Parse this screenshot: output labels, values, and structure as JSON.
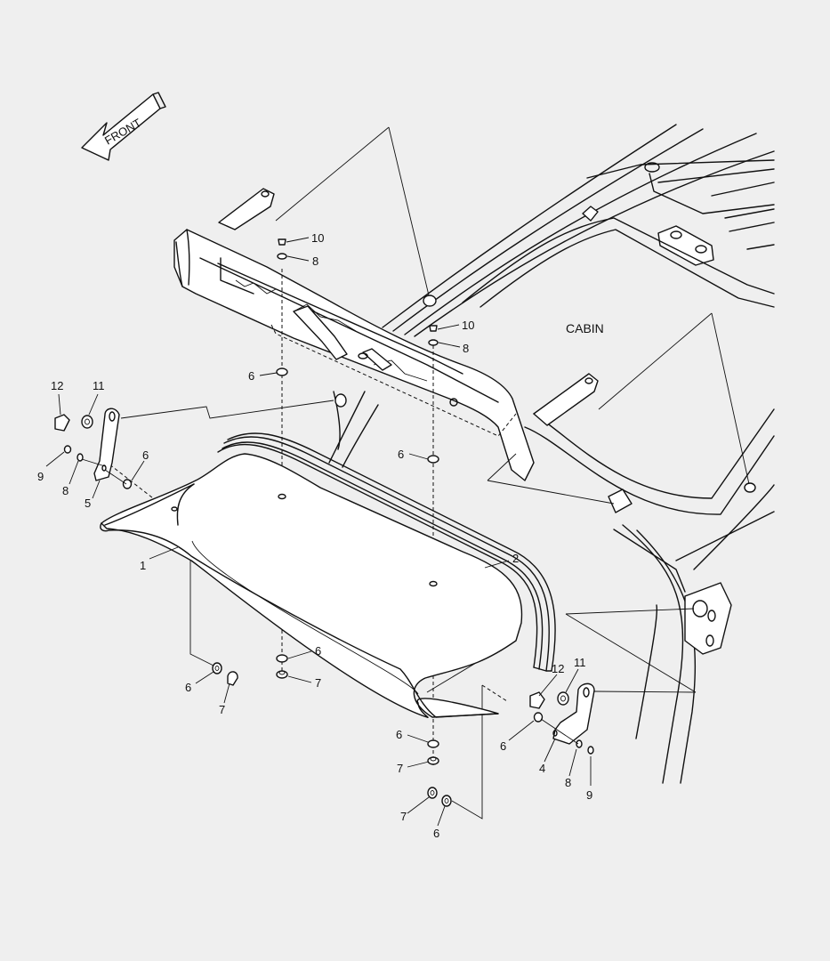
{
  "front_label": "FRONT",
  "cabin_label": "CABIN",
  "callouts": [
    {
      "id": "c-10a",
      "text": "10"
    },
    {
      "id": "c-8a",
      "text": "8"
    },
    {
      "id": "c-10b",
      "text": "10"
    },
    {
      "id": "c-8b",
      "text": "8"
    },
    {
      "id": "c-6a",
      "text": "6"
    },
    {
      "id": "c-12a",
      "text": "12"
    },
    {
      "id": "c-11a",
      "text": "11"
    },
    {
      "id": "c-9a",
      "text": "9"
    },
    {
      "id": "c-8c",
      "text": "8"
    },
    {
      "id": "c-6b",
      "text": "6"
    },
    {
      "id": "c-5",
      "text": "5"
    },
    {
      "id": "c-6c",
      "text": "6"
    },
    {
      "id": "c-1",
      "text": "1"
    },
    {
      "id": "c-2",
      "text": "2"
    },
    {
      "id": "c-6d",
      "text": "6"
    },
    {
      "id": "c-7a",
      "text": "7"
    },
    {
      "id": "c-6e",
      "text": "6"
    },
    {
      "id": "c-7b",
      "text": "7"
    },
    {
      "id": "c-12b",
      "text": "12"
    },
    {
      "id": "c-11b",
      "text": "11"
    },
    {
      "id": "c-6f",
      "text": "6"
    },
    {
      "id": "c-6g",
      "text": "6"
    },
    {
      "id": "c-4",
      "text": "4"
    },
    {
      "id": "c-7c",
      "text": "7"
    },
    {
      "id": "c-8d",
      "text": "8"
    },
    {
      "id": "c-9b",
      "text": "9"
    },
    {
      "id": "c-7d",
      "text": "7"
    },
    {
      "id": "c-6h",
      "text": "6"
    }
  ]
}
